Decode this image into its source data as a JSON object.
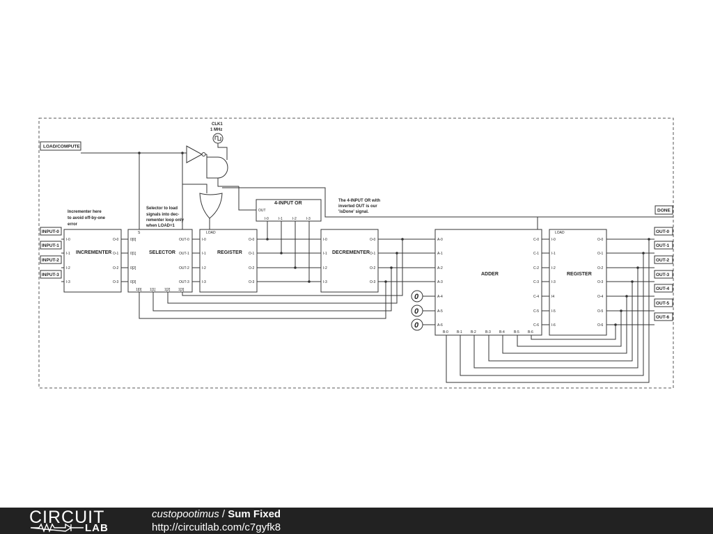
{
  "labels": {
    "load_compute": "LOAD/COMPUTE",
    "done": "DONE",
    "inputs": [
      "INPUT-0",
      "INPUT-1",
      "INPUT-2",
      "INPUT-3"
    ],
    "outputs": [
      "OUT-0",
      "OUT-1",
      "OUT-2",
      "OUT-3",
      "OUT-4",
      "OUT-5",
      "OUT-6"
    ],
    "clock_name": "CLK1",
    "clock_freq": "1 MHz",
    "constant_zero": "0"
  },
  "blocks": {
    "incrementer": {
      "title": "INCREMENTER",
      "in_pins": [
        "I-0",
        "I-1",
        "I-2",
        "I-3"
      ],
      "out_pins": [
        "O-0",
        "O-1",
        "O-2",
        "O-3"
      ]
    },
    "selector": {
      "title": "SELECTOR",
      "select_pin": "S",
      "in_pins": [
        "0[0]",
        "0[1]",
        "0[2]",
        "0[3]"
      ],
      "out_pins": [
        "OUT-0",
        "OUT-1",
        "OUT-2",
        "OUT-3"
      ],
      "bottom_pins": [
        "1[0]",
        "1[1]",
        "1[2]",
        "1[3]"
      ]
    },
    "register1": {
      "title": "REGISTER",
      "load_pin": "LOAD",
      "in_pins": [
        "I-0",
        "I-1",
        "I-2",
        "I-3"
      ],
      "out_pins": [
        "O-0",
        "O-1",
        "O-2",
        "O-3"
      ]
    },
    "or4": {
      "title": "4-INPUT OR",
      "out_pin": "OUT",
      "in_pins": [
        "I-0",
        "I-1",
        "I-2",
        "I-3"
      ]
    },
    "decrementer": {
      "title": "DECREMENTER",
      "in_pins": [
        "I-0",
        "I-1",
        "I-2",
        "I-3"
      ],
      "out_pins": [
        "O-0",
        "O-1",
        "O-2",
        "O-3"
      ]
    },
    "adder": {
      "title": "ADDER",
      "a_pins": [
        "A-0",
        "A-1",
        "A-2",
        "A-3",
        "A-4",
        "A-5",
        "A-6"
      ],
      "c_pins": [
        "C-0",
        "C-1",
        "C-2",
        "C-3",
        "C-4",
        "C-5",
        "C-6"
      ],
      "b_pins": [
        "B-0",
        "B-1",
        "B-2",
        "B-3",
        "B-4",
        "B-5",
        "B-6"
      ]
    },
    "register2": {
      "title": "REGISTER",
      "load_pin": "LOAD",
      "in_pins": [
        "I-0",
        "I-1",
        "I-2",
        "I-3",
        "I4",
        "I-5",
        "I-6"
      ],
      "out_pins": [
        "O-0",
        "O-1",
        "O-2",
        "O-3",
        "O-4",
        "O-5",
        "O-6"
      ]
    }
  },
  "notes": {
    "incrementer": [
      "Incrementer here",
      "to avoid off-by-one",
      "error"
    ],
    "selector": [
      "Selector to load",
      "signals into dec-",
      "rementer loop only",
      "when LOAD=1"
    ],
    "or": [
      "The 4-INPUT OR with",
      "inverted OUT is our",
      "'isDone' signal."
    ]
  },
  "footer": {
    "logo_top": "CIRCUIT",
    "logo_bottom": "LAB",
    "author": "custopootimus",
    "separator": " / ",
    "title": "Sum Fixed",
    "url": "http://circuitlab.com/c7gyfk8"
  },
  "colors": {
    "footer_bg": "#222222",
    "wire": "#333333",
    "background": "#ffffff"
  }
}
